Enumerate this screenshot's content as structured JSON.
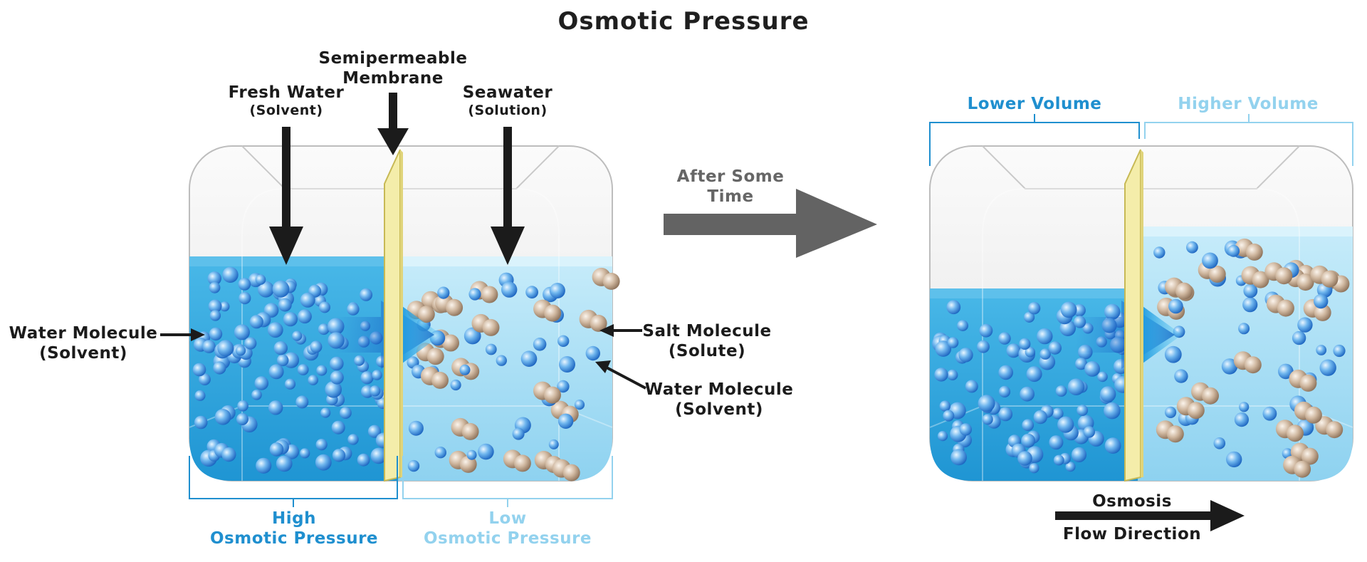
{
  "title": "Osmotic Pressure",
  "labels": {
    "fresh_water": "Fresh Water",
    "fresh_water_sub": "(Solvent)",
    "membrane_line1": "Semipermeable",
    "membrane_line2": "Membrane",
    "seawater": "Seawater",
    "seawater_sub": "(Solution)",
    "water_molecule_left": "Water Molecule",
    "water_molecule_left_sub": "(Solvent)",
    "salt_molecule": "Salt Molecule",
    "salt_molecule_sub": "(Solute)",
    "water_molecule_right": "Water Molecule",
    "water_molecule_right_sub": "(Solvent)",
    "high_pressure_line1": "High",
    "high_pressure_line2": "Osmotic Pressure",
    "low_pressure_line1": "Low",
    "low_pressure_line2": "Osmotic Pressure",
    "after_time_line1": "After Some",
    "after_time_line2": "Time",
    "lower_volume": "Lower Volume",
    "higher_volume": "Higher Volume",
    "osmosis": "Osmosis",
    "flow_direction": "Flow Direction"
  },
  "colors": {
    "fresh_water": "#2aa3dc",
    "seawater": "#a9def3",
    "membrane": "#f4edaa",
    "salt": "#c8b29e",
    "water_molecule": "#2d7fd0",
    "bracket_dark": "#1f8fcf",
    "bracket_light": "#93d2ee",
    "arrow_grey": "#636363"
  }
}
